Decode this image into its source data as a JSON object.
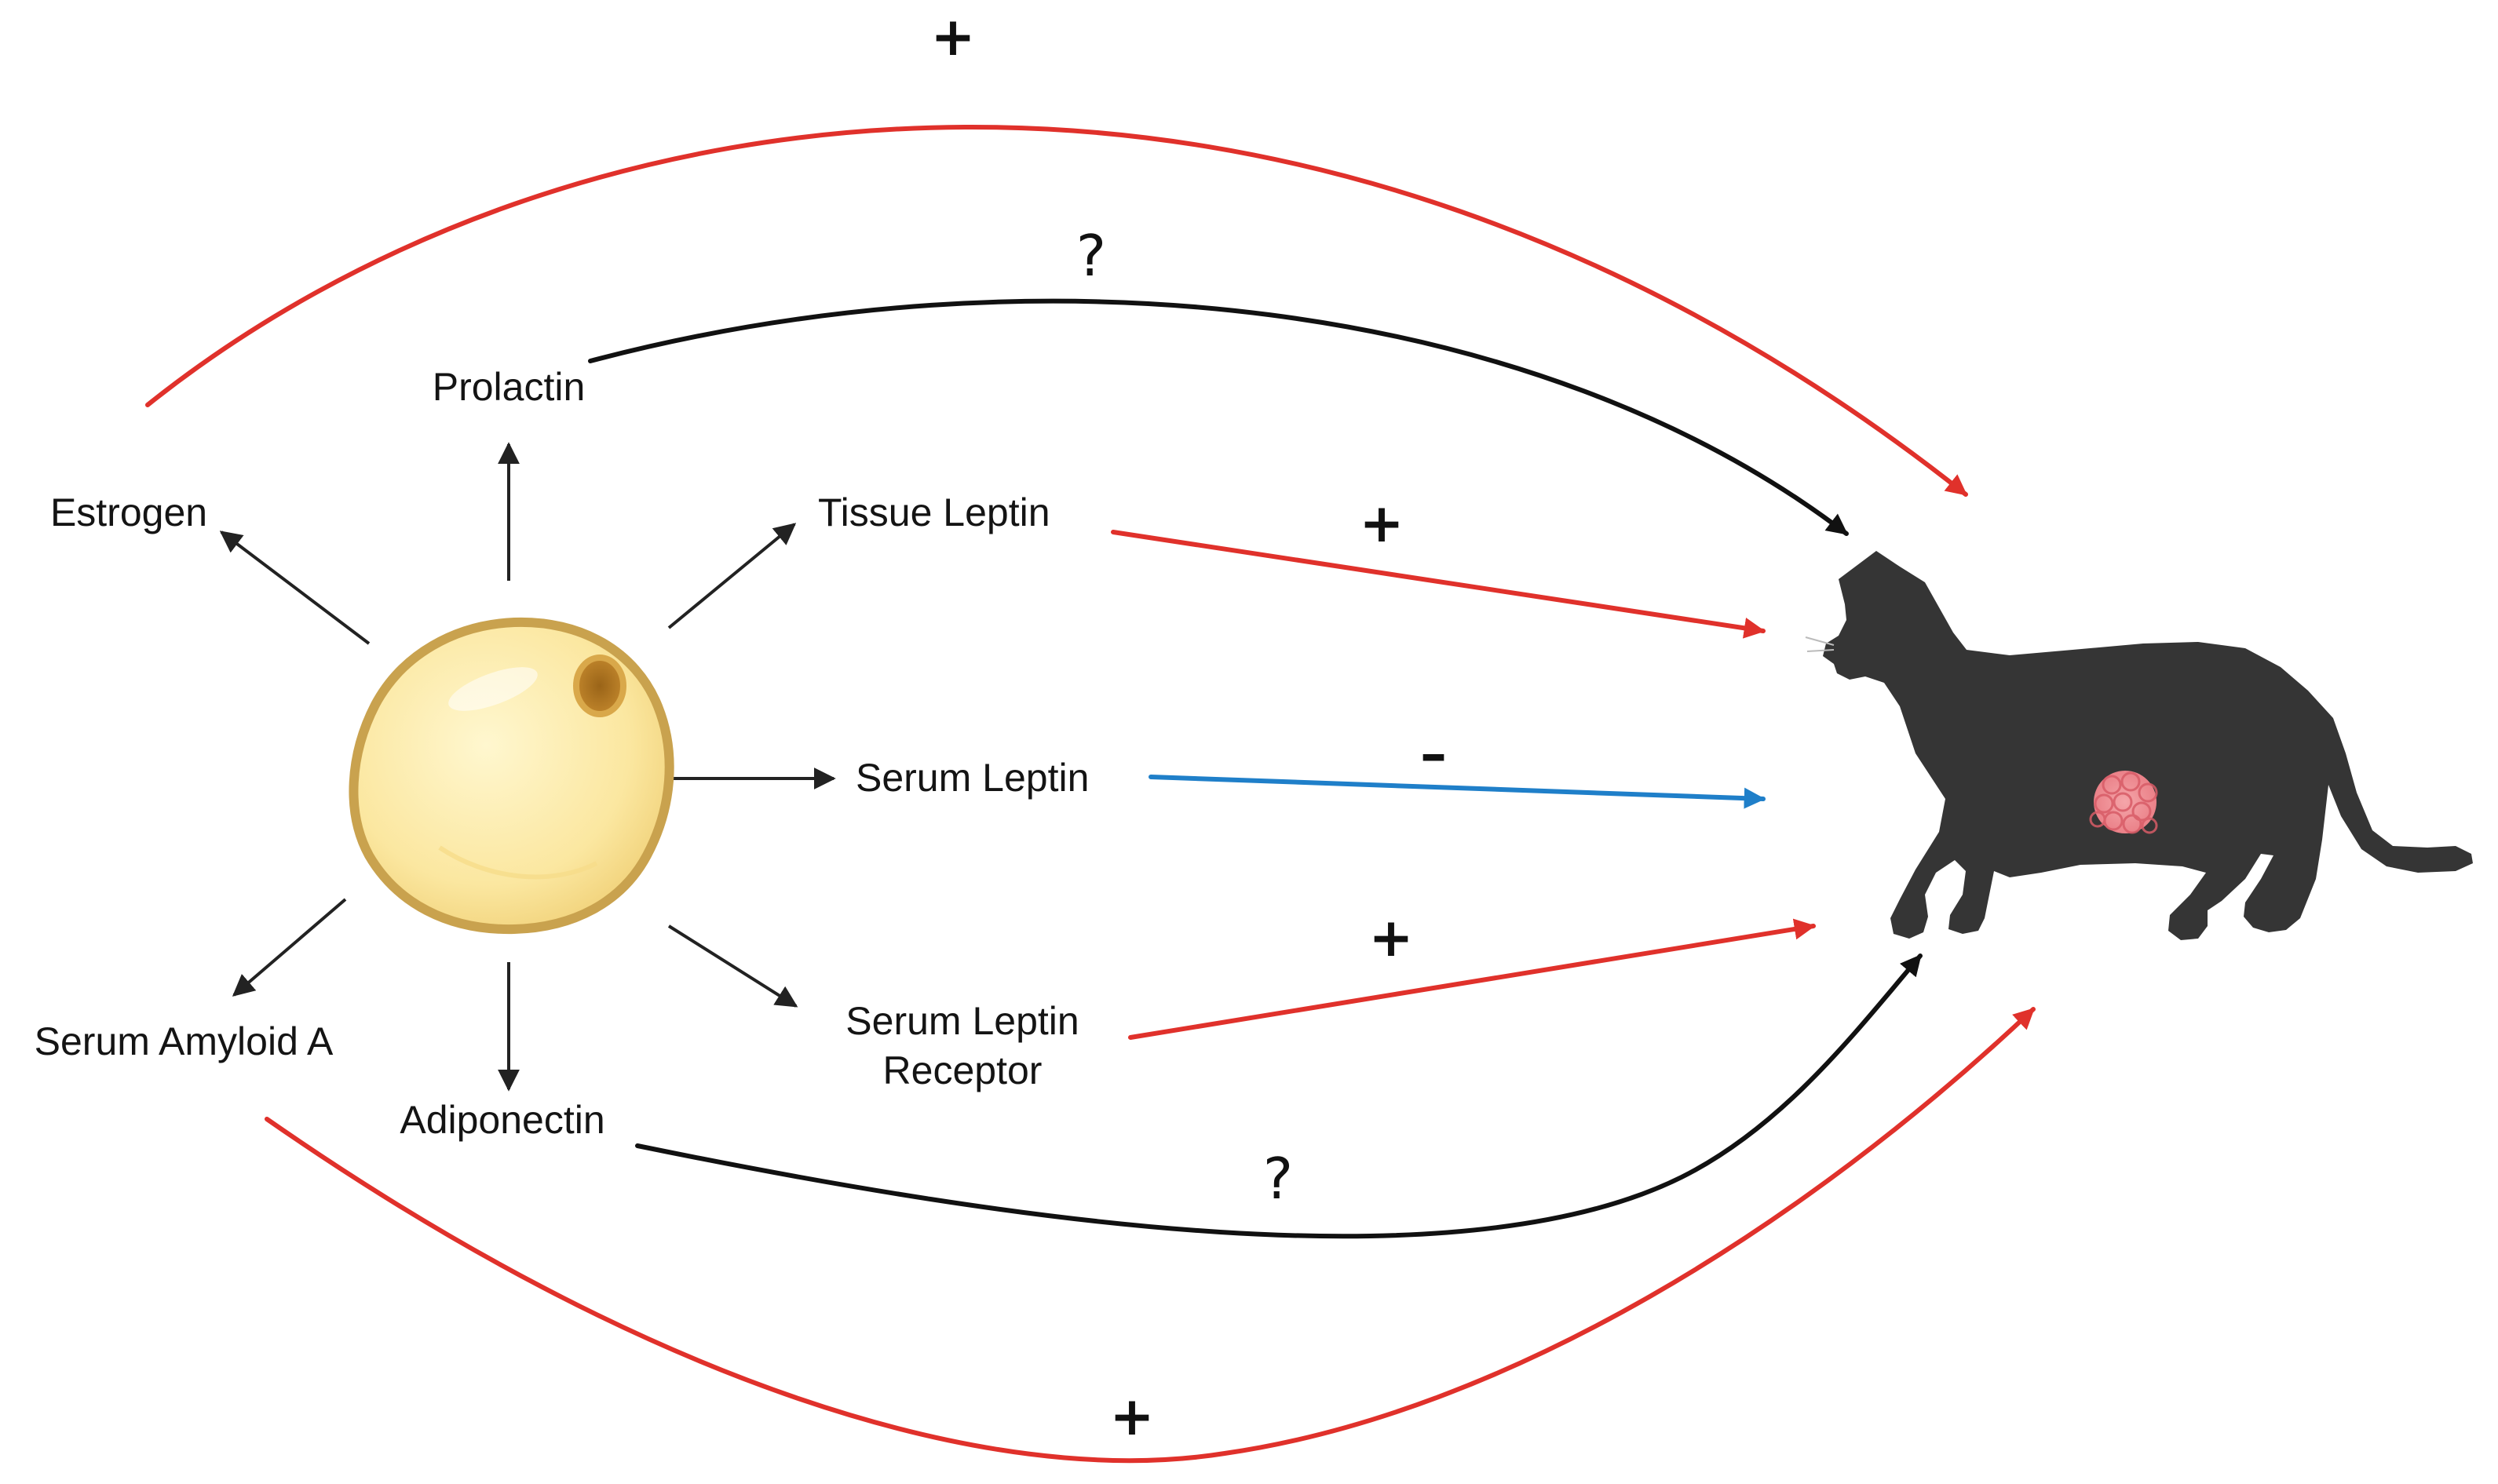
{
  "labels": {
    "prolactin": "Prolactin",
    "estrogen": "Estrogen",
    "tissue_leptin": "Tissue Leptin",
    "serum_leptin": "Serum Leptin",
    "serum_leptin_receptor_line1": "Serum Leptin",
    "serum_leptin_receptor_line2": "Receptor",
    "serum_amyloid_a": "Serum Amyloid A",
    "adiponectin": "Adiponectin"
  },
  "effects": {
    "estrogen": "+",
    "prolactin": "?",
    "tissue_leptin": "+",
    "serum_leptin": "–",
    "serum_leptin_receptor": "+",
    "adiponectin": "?",
    "serum_amyloid_a": "+"
  },
  "colors": {
    "positive": "#e0312b",
    "negative": "#1f7fc9",
    "unknown": "#111111",
    "secretion": "#222222",
    "adipocyte_fill": "#fbe9a6",
    "adipocyte_rim": "#c9a24e",
    "cat": "#353535",
    "tumor": "#f08f94"
  },
  "icons": {
    "cell": "adipocyte-icon",
    "animal": "cat-icon",
    "lesion": "mammary-tumor-icon"
  }
}
